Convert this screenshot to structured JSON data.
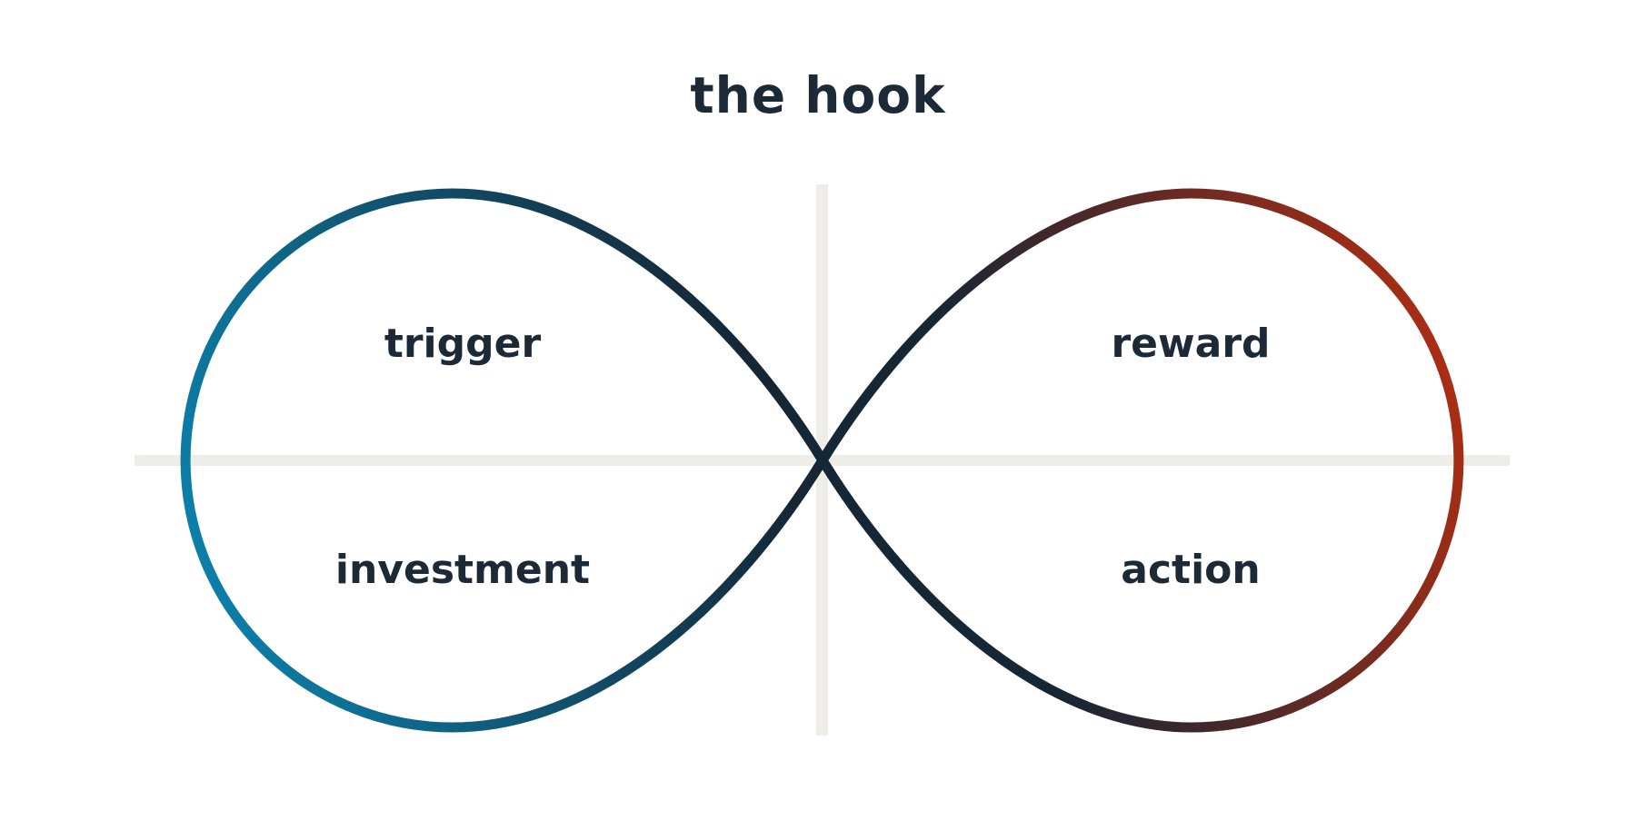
{
  "title": "the hook",
  "stages": {
    "trigger": "trigger",
    "reward": "reward",
    "investment": "investment",
    "action": "action"
  },
  "colors": {
    "text": "#1c2a38",
    "axes": "#efede7",
    "loop_blue": "#0b87b3",
    "loop_dark": "#152635",
    "loop_red": "#b22e12"
  }
}
